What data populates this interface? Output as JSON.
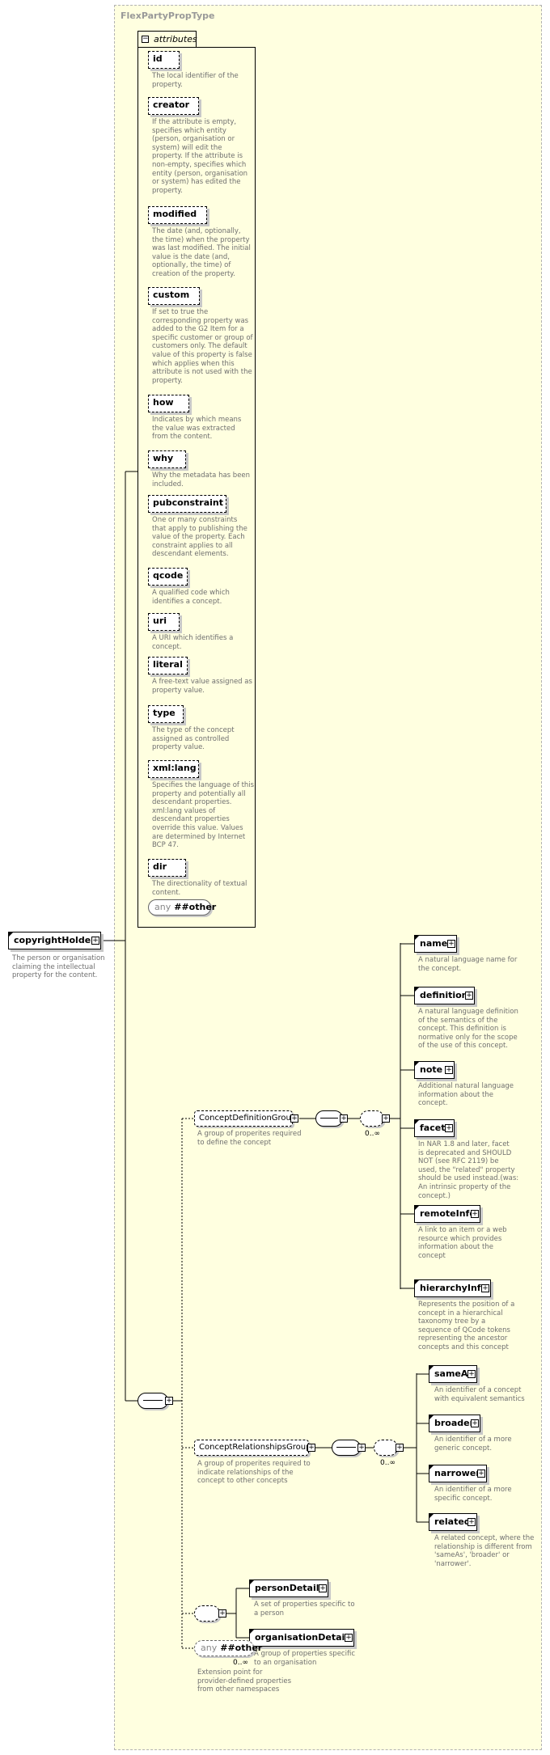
{
  "type_name": "FlexPartyPropType",
  "root": {
    "name": "copyrightHolder",
    "desc": [
      "The person or organisation",
      "claiming the intellectual",
      "property for the content."
    ]
  },
  "attributes_tab": "attributes",
  "attributes": [
    {
      "name": "id",
      "desc": [
        "The local identifier of the",
        "property."
      ]
    },
    {
      "name": "creator",
      "desc": [
        "If the attribute is empty,",
        "specifies which entity",
        "(person, organisation or",
        "system) will edit the",
        "property. If the attribute is",
        "non-empty, specifies which",
        "entity (person, organisation",
        "or system) has edited the",
        "property."
      ]
    },
    {
      "name": "modified",
      "desc": [
        "The date (and, optionally,",
        "the time) when the property",
        "was last modified. The initial",
        "value is the date (and,",
        "optionally, the time) of",
        "creation of the property."
      ]
    },
    {
      "name": "custom",
      "desc": [
        "If set to true the",
        "corresponding property was",
        "added to the G2 Item for a",
        "specific customer or group of",
        "customers only. The default",
        "value of this property is false",
        "which applies when this",
        "attribute is not used with the",
        "property."
      ]
    },
    {
      "name": "how",
      "desc": [
        "Indicates by which means",
        "the value was extracted",
        "from the content."
      ]
    },
    {
      "name": "why",
      "desc": [
        "Why the metadata has been",
        "included."
      ]
    },
    {
      "name": "pubconstraint",
      "desc": [
        "One or many constraints",
        "that apply to publishing the",
        "value of the property. Each",
        "constraint applies to all",
        "descendant elements."
      ]
    },
    {
      "name": "qcode",
      "desc": [
        "A qualified code which",
        "identifies a concept."
      ]
    },
    {
      "name": "uri",
      "desc": [
        "A URI which identifies a",
        "concept."
      ]
    },
    {
      "name": "literal",
      "desc": [
        "A free-text value assigned as",
        "property value."
      ]
    },
    {
      "name": "type",
      "desc": [
        "The type of the concept",
        "assigned as controlled",
        "property value."
      ]
    },
    {
      "name": "xml:lang",
      "desc": [
        "Specifies the language of this",
        "property and potentially all",
        "descendant properties.",
        "xml:lang values of",
        "descendant properties",
        "override this value. Values",
        "are determined by Internet",
        "BCP 47."
      ]
    },
    {
      "name": "dir",
      "desc": [
        "The directionality of textual",
        "content."
      ]
    }
  ],
  "any_attribute": {
    "prefix": "any",
    "value": "##other"
  },
  "groups": {
    "definition": {
      "name": "ConceptDefinitionGroup",
      "desc": [
        "A group of properites required",
        "to define the concept"
      ],
      "occurrence": "0..∞",
      "elements": [
        {
          "name": "name",
          "desc": [
            "A natural language name for",
            "the concept."
          ]
        },
        {
          "name": "definition",
          "desc": [
            "A natural language definition",
            "of the semantics of the",
            "concept. This definition is",
            "normative only for the scope",
            "of the use of this concept."
          ]
        },
        {
          "name": "note",
          "desc": [
            "Additional natural language",
            "information about the",
            "concept."
          ]
        },
        {
          "name": "facet",
          "desc": [
            "In NAR 1.8 and later, facet",
            "is deprecated and SHOULD",
            "NOT (see RFC 2119) be",
            "used, the \"related\" property",
            "should be used instead.(was:",
            "An intrinsic property of the",
            "concept.)"
          ]
        },
        {
          "name": "remoteInfo",
          "desc": [
            "A link to an item or a web",
            "resource which provides",
            "information about the",
            "concept"
          ]
        },
        {
          "name": "hierarchyInfo",
          "desc": [
            "Represents the position of a",
            "concept in a hierarchical",
            "taxonomy tree by a",
            "sequence of QCode tokens",
            "representing the ancestor",
            "concepts and this concept"
          ]
        }
      ]
    },
    "relationships": {
      "name": "ConceptRelationshipsGroup",
      "desc": [
        "A group of properites required to",
        "indicate relationships of the",
        "concept to other concepts"
      ],
      "occurrence": "0..∞",
      "elements": [
        {
          "name": "sameAs",
          "desc": [
            "An identifier of a concept",
            "with equivalent semantics"
          ]
        },
        {
          "name": "broader",
          "desc": [
            "An identifier of a more",
            "generic concept."
          ]
        },
        {
          "name": "narrower",
          "desc": [
            "An identifier of a more",
            "specific concept."
          ]
        },
        {
          "name": "related",
          "desc": [
            "A related concept, where the",
            "relationship is different from",
            "'sameAs', 'broader' or",
            "'narrower'."
          ]
        }
      ]
    },
    "choice": {
      "elements": [
        {
          "name": "personDetails",
          "desc": [
            "A set of properties specific to",
            "a person"
          ]
        },
        {
          "name": "organisationDetails",
          "desc": [
            "A group of properties specific",
            "to an organisation"
          ]
        }
      ]
    },
    "any_element": {
      "prefix": "any",
      "value": "##other",
      "occurrence": "0..∞",
      "desc": [
        "Extension point for",
        "provider-defined properties",
        "from other namespaces"
      ]
    }
  }
}
